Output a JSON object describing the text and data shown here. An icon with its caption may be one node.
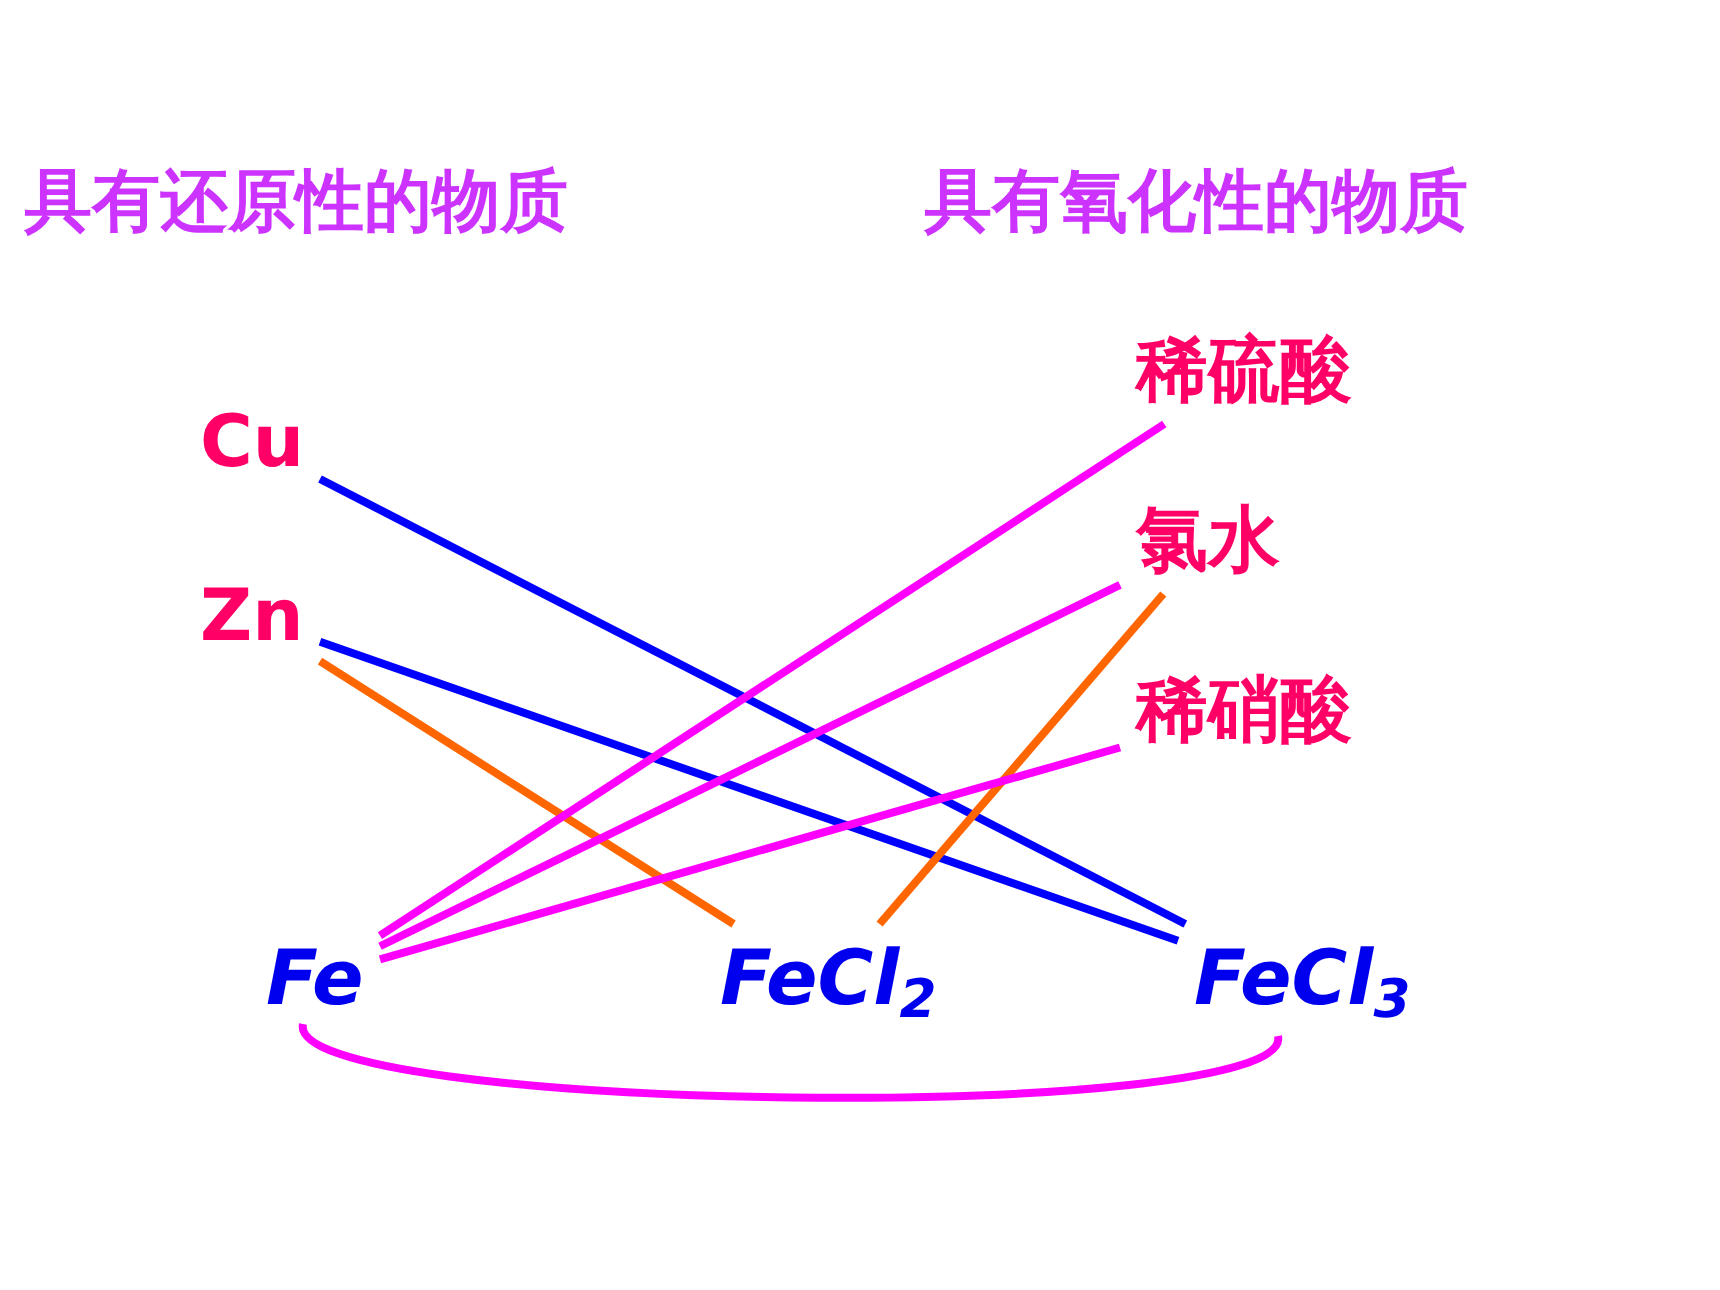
{
  "diagram": {
    "nodes": [
      {
        "text": [
          "Cu"
        ]
      },
      {
        "text": [
          "Zn"
        ]
      },
      {
        "text": [
          "稀硫酸"
        ]
      },
      {
        "text": [
          "氯水"
        ]
      },
      {
        "text": [
          "稀硝酸"
        ]
      },
      {
        "text": [
          "Fe"
        ]
      },
      {
        "text": [
          "FeCl$_{2}$"
        ]
      },
      {
        "text": [
          "FeCl$_{3}$"
        ]
      }
    ],
    "edges": [
      {
        "from": 0,
        "to": 7,
        "arrow": "none",
        "color": "#0000ff"
      },
      {
        "from": 1,
        "to": 7,
        "arrow": "none",
        "color": "#0000ff"
      },
      {
        "from": 1,
        "to": 6,
        "arrow": "none",
        "color": "#ff6600"
      },
      {
        "from": 3,
        "to": 6,
        "arrow": "none",
        "color": "#ff6600"
      },
      {
        "from": 5,
        "to": 2,
        "arrow": "none"
      },
      {
        "from": 5,
        "to": 3,
        "arrow": "none"
      },
      {
        "from": 5,
        "to": 4,
        "arrow": "none"
      },
      {
        "from": 5,
        "to": 7,
        "arrow": "none"
      }
    ],
    "labels": [
      "具有还原性的物质",
      "具有氧化性的物质"
    ]
  }
}
